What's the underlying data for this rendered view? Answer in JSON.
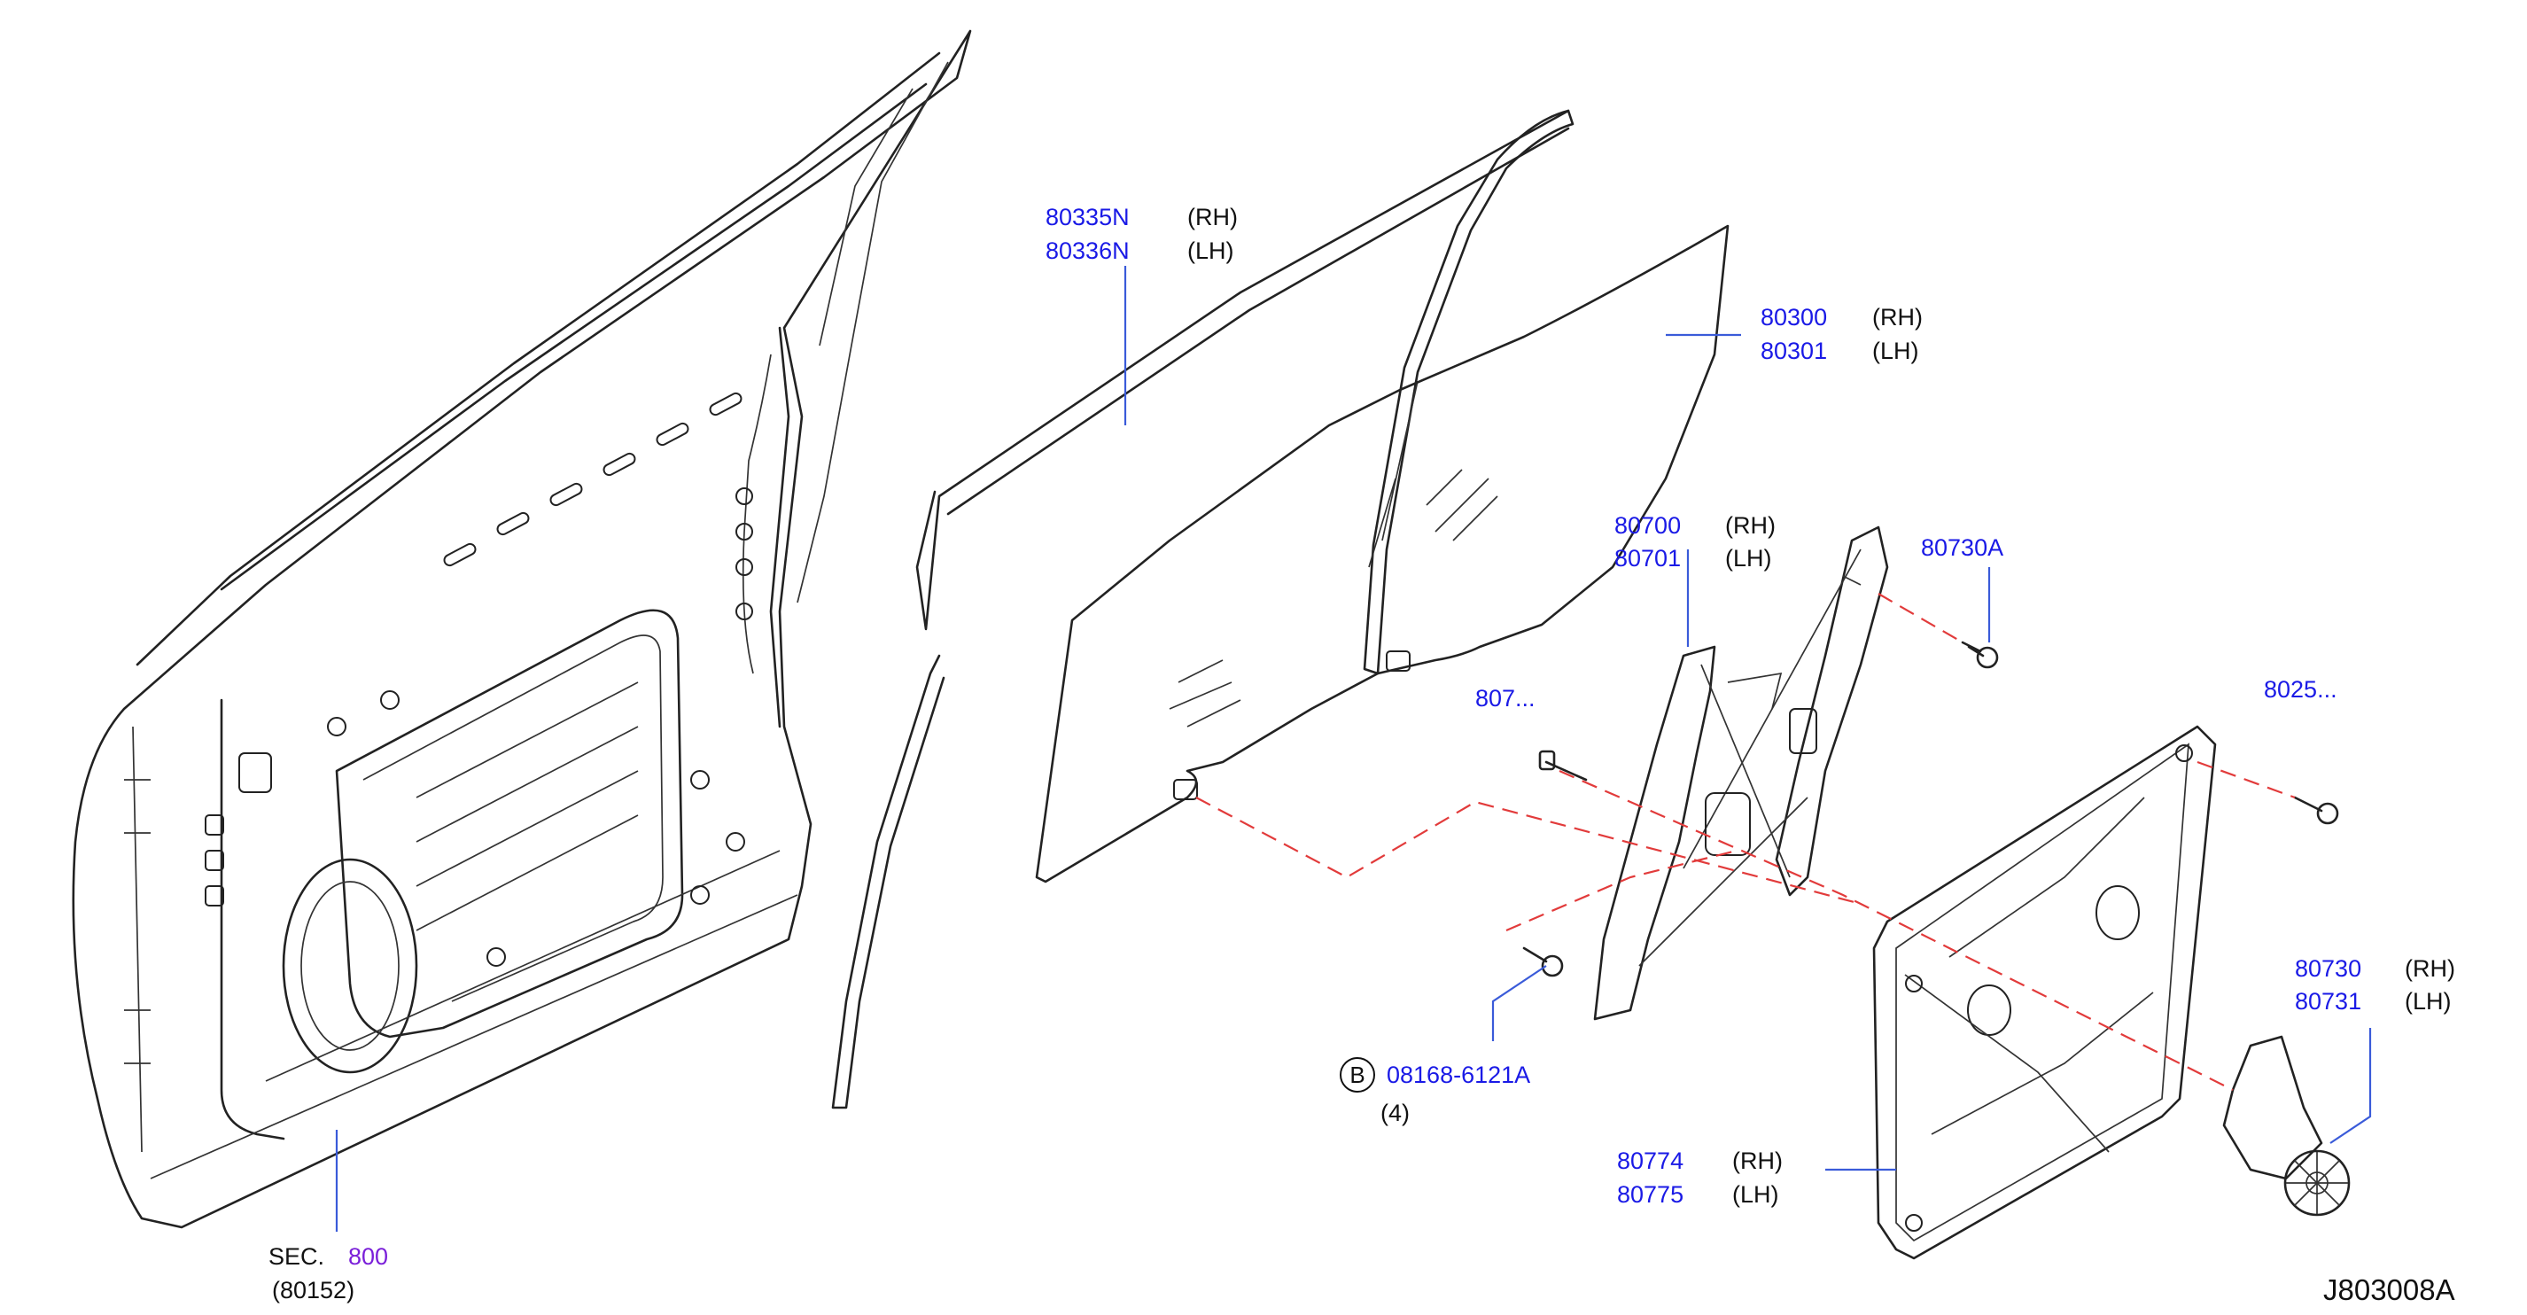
{
  "diagram_code": "J803008A",
  "callouts": {
    "glass_run": {
      "rh_pn": "80335N",
      "rh": "(RH)",
      "lh_pn": "80336N",
      "lh": "(LH)"
    },
    "door_glass": {
      "rh_pn": "80300",
      "rh": "(RH)",
      "lh_pn": "80301",
      "lh": "(LH)"
    },
    "regulator": {
      "rh_pn": "80700",
      "rh": "(RH)",
      "lh_pn": "80701",
      "lh": "(LH)"
    },
    "regulator_bolt": {
      "pn": "80730A"
    },
    "glass_bolt_partial": {
      "pn": "807..."
    },
    "module_bolt_partial": {
      "pn": "8025..."
    },
    "motor": {
      "rh_pn": "80730",
      "rh": "(RH)",
      "lh_pn": "80731",
      "lh": "(LH)"
    },
    "module_plate": {
      "rh_pn": "80774",
      "rh": "(RH)",
      "lh_pn": "80775",
      "lh": "(LH)"
    },
    "bolt_b": {
      "badge": "B",
      "pn": "08168-6121A",
      "qty": "(4)"
    },
    "section_ref": {
      "prefix": "SEC.",
      "sec": "800",
      "ref": "(80152)"
    }
  },
  "colors": {
    "part_number": "#1a1ae6",
    "section": "#7a1fd9",
    "leader": "#3a5bd9",
    "dashed_guide": "#e23b3b",
    "line": "#222222"
  }
}
